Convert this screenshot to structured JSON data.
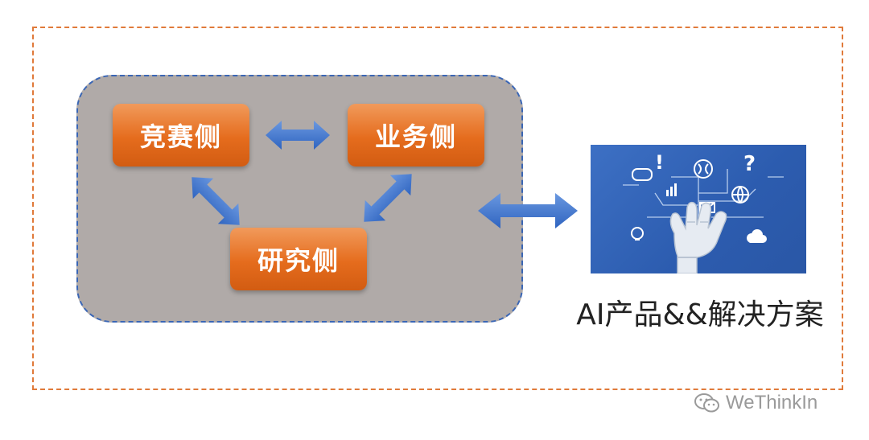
{
  "diagram": {
    "nodes": {
      "competition": "竞赛侧",
      "business": "业务侧",
      "research": "研究侧"
    },
    "ai_caption": "AI产品&&解决方案"
  },
  "watermark": {
    "text": "WeThinkIn"
  },
  "colors": {
    "node_orange": "#e56c1d",
    "arrow_blue": "#4377cf",
    "panel_gray": "#b0aaa8",
    "frame_orange": "#e07a3a",
    "panel_border_blue": "#3a66b5",
    "image_blue": "#2c5caf"
  },
  "icons": [
    "wechat-icon",
    "robot-hand-icon",
    "brain-icon",
    "question-icon",
    "chat-bubble-icon",
    "cloud-icon",
    "globe-icon",
    "lightbulb-icon",
    "mail-icon"
  ]
}
